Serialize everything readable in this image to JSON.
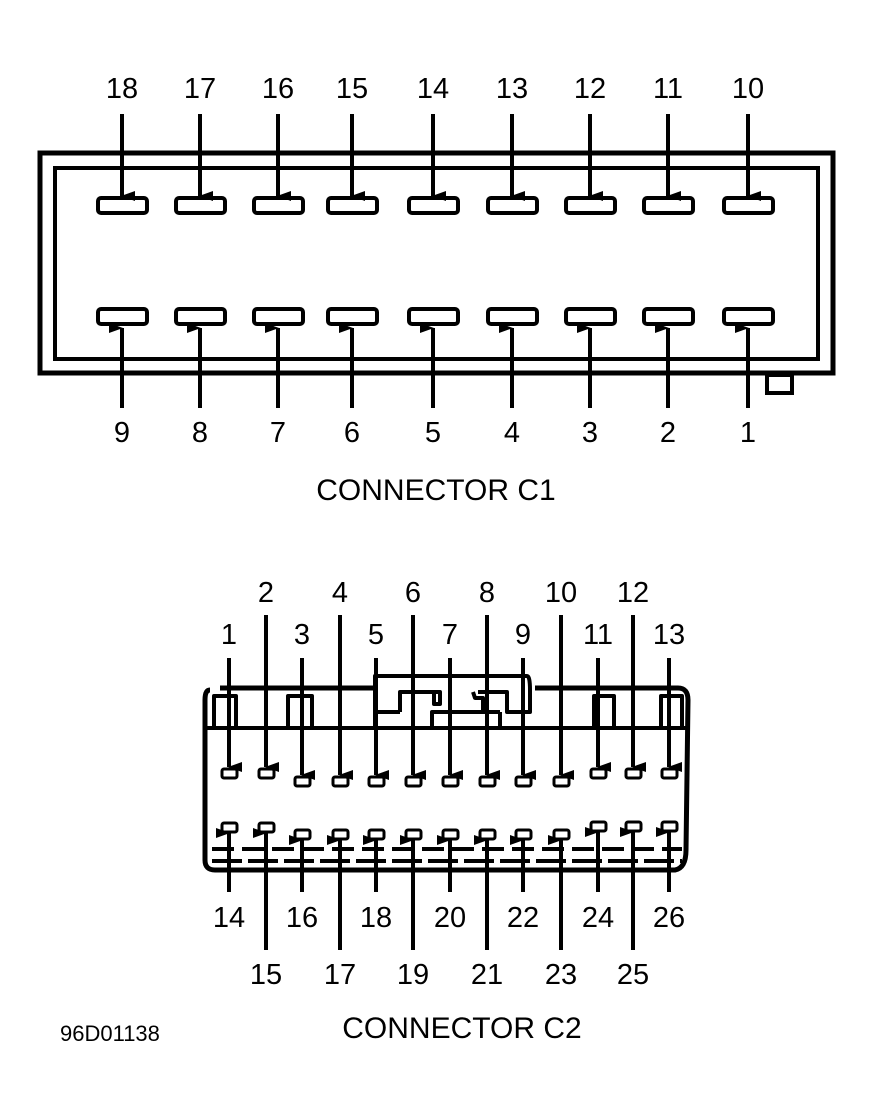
{
  "figure_id": "96D01138",
  "colors": {
    "ink": "#000000",
    "paper": "#ffffff"
  },
  "connector_c1": {
    "title": "CONNECTOR C1",
    "top_row_pins": [
      "18",
      "17",
      "16",
      "15",
      "14",
      "13",
      "12",
      "11",
      "10"
    ],
    "bottom_row_pins": [
      "9",
      "8",
      "7",
      "6",
      "5",
      "4",
      "3",
      "2",
      "1"
    ]
  },
  "connector_c2": {
    "title": "CONNECTOR C2",
    "top_row_pins": [
      "1",
      "2",
      "3",
      "4",
      "5",
      "6",
      "7",
      "8",
      "9",
      "10",
      "11",
      "12",
      "13"
    ],
    "bottom_row_pins": [
      "14",
      "15",
      "16",
      "17",
      "18",
      "19",
      "20",
      "21",
      "22",
      "23",
      "24",
      "25",
      "26"
    ]
  }
}
